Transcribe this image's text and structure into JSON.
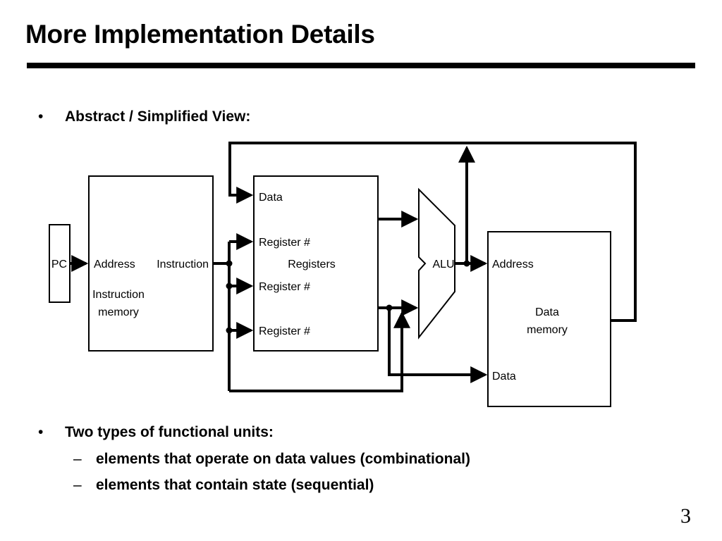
{
  "slide": {
    "title": "More Implementation Details",
    "page_number": "3"
  },
  "bullets": [
    {
      "text": "Abstract / Simplified View:"
    },
    {
      "text": "Two types of functional units:",
      "subitems": [
        "elements that operate on data values (combinational)",
        "elements that contain state (sequential)"
      ]
    }
  ],
  "diagram": {
    "pc": {
      "label": "PC"
    },
    "instruction_memory": {
      "address_label": "Address",
      "instruction_label": "Instruction",
      "name_line1": "Instruction",
      "name_line2": "memory"
    },
    "registers": {
      "data_label": "Data",
      "regnum1_label": "Register #",
      "regnum2_label": "Register #",
      "regnum3_label": "Register #",
      "name": "Registers"
    },
    "alu": {
      "label": "ALU"
    },
    "data_memory": {
      "address_label": "Address",
      "data_label": "Data",
      "name_line1": "Data",
      "name_line2": "memory"
    }
  }
}
